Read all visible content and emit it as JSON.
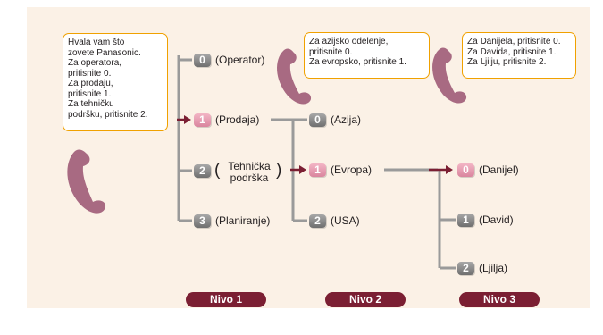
{
  "bubbles": {
    "main": [
      "Hvala vam što",
      "zovete Panasonic.",
      "Za operatora,",
      "pritisnite 0.",
      "Za prodaju,",
      "pritisnite 1.",
      "Za tehničku",
      "podršku, pritisnite 2."
    ],
    "level2": [
      "Za azijsko odelenje,",
      "pritisnite 0.",
      "Za evropsko, pritisnite 1."
    ],
    "level3": [
      "Za Danijela, pritisnite 0.",
      "Za Davida, pritisnite 1.",
      "Za Ljilju, pritisnite 2."
    ]
  },
  "level1": {
    "operator": {
      "key": "0",
      "label": "(Operator)"
    },
    "prodaja": {
      "key": "1",
      "label": "(Prodaja)"
    },
    "tehnicka": {
      "key": "2",
      "label_line1": "Tehnička",
      "label_line2": "podrška",
      "paren_open": "(",
      "paren_close": ")"
    },
    "planiranje": {
      "key": "3",
      "label": "(Planiranje)"
    }
  },
  "level2": {
    "azija": {
      "key": "0",
      "label": "(Azija)"
    },
    "evropa": {
      "key": "1",
      "label": "(Evropa)"
    },
    "usa": {
      "key": "2",
      "label": "(USA)"
    }
  },
  "level3": {
    "danijel": {
      "key": "0",
      "label": "(Danijel)"
    },
    "david": {
      "key": "1",
      "label": "(David)"
    },
    "ljilja": {
      "key": "2",
      "label": "(Ljilja)"
    }
  },
  "levels": [
    "Nivo 1",
    "Nivo 2",
    "Nivo 3"
  ],
  "colors": {
    "background": "#fbf1e6",
    "line": "#9a9a9a",
    "arrow": "#7b1f33",
    "handset": "#a86a82",
    "bubble_border": "#f0a100"
  }
}
